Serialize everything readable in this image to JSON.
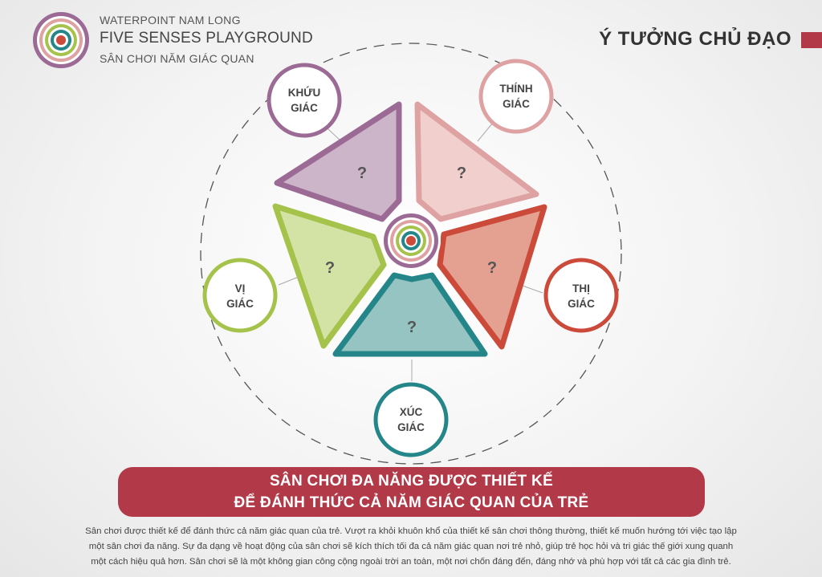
{
  "header": {
    "project": "WATERPOINT NAM LONG",
    "title": "FIVE SENSES PLAYGROUND",
    "subtitle": "SÂN CHƠI NĂM GIÁC QUAN",
    "section_title": "Ý TƯỞNG CHỦ ĐẠO"
  },
  "senses": [
    {
      "id": "smell",
      "line1": "KHỨU",
      "line2": "GIÁC",
      "color": "#9c6b95",
      "fill": "#cdb5c9",
      "mark": "?"
    },
    {
      "id": "hearing",
      "line1": "THÍNH",
      "line2": "GIÁC",
      "color": "#dfa2a2",
      "fill": "#f0cfcc",
      "mark": "?"
    },
    {
      "id": "sight",
      "line1": "THỊ",
      "line2": "GIÁC",
      "color": "#cc4a3a",
      "fill": "#e4a090",
      "mark": "?"
    },
    {
      "id": "touch",
      "line1": "XÚC",
      "line2": "GIÁC",
      "color": "#25868a",
      "fill": "#95c4c2",
      "mark": "?"
    },
    {
      "id": "taste",
      "line1": "VỊ",
      "line2": "GIÁC",
      "color": "#a5c24a",
      "fill": "#d3e3a6",
      "mark": "?"
    }
  ],
  "banner": {
    "line1": "SÂN CHƠI ĐA NĂNG ĐƯỢC THIẾT KẾ",
    "line2": "ĐỂ ĐÁNH THỨC CẢ NĂM GIÁC QUAN CỦA TRẺ"
  },
  "description": [
    "Sân chơi được thiết kế để đánh thức cả năm giác quan của trẻ. Vượt ra khỏi khuôn khổ của thiết kế sân chơi thông thường, thiết kế muốn hướng tới việc tạo lập",
    "một sân chơi đa năng. Sự đa dạng về hoạt động của sân chơi sẽ kích thích tối đa cả năm giác quan nơi trẻ nhỏ, giúp trẻ học hỏi và tri giác thế giới xung quanh",
    "một cách hiệu quả hơn. Sân chơi sẽ là một không gian công cộng ngoài trời an toàn, một nơi chốn đáng đến, đáng nhớ và phù hợp với tất cả các gia đình trẻ."
  ],
  "colors": {
    "accent": "#b23a48",
    "ring_purple": "#9c6b95",
    "ring_pink": "#dfa2a2",
    "ring_green": "#a5c24a",
    "ring_teal": "#25868a",
    "ring_red": "#cc4a3a"
  }
}
